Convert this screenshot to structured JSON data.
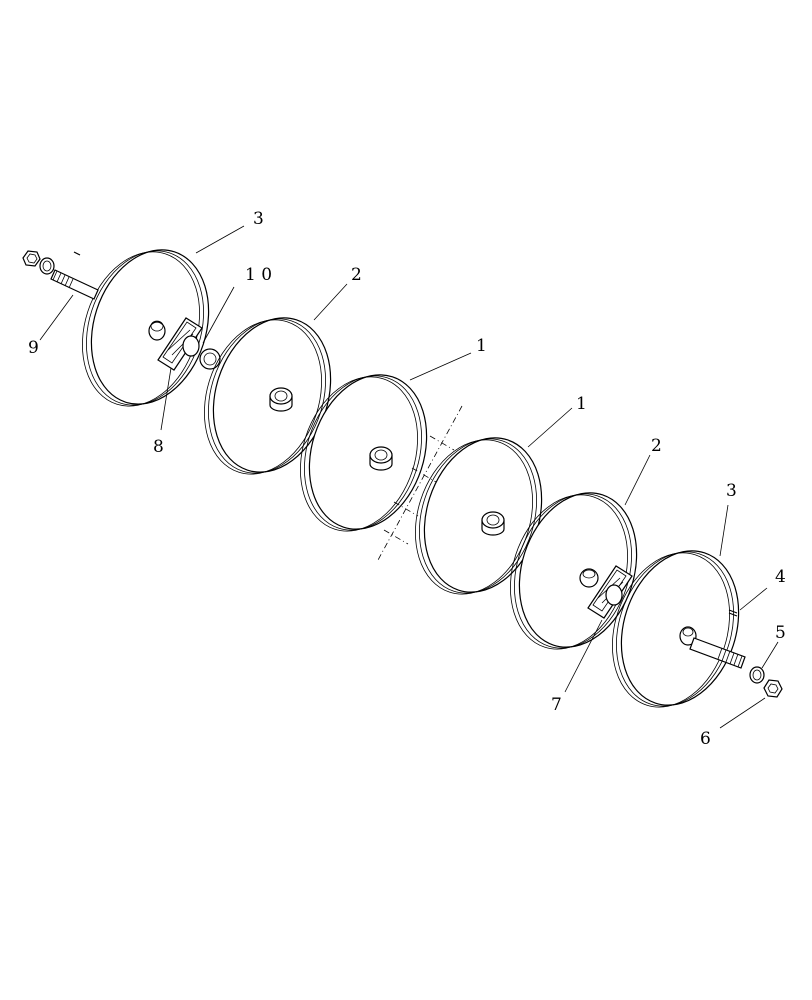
{
  "callouts": {
    "c1a": "1",
    "c1b": "1",
    "c2a": "2",
    "c2b": "2",
    "c3a": "3",
    "c3b": "3",
    "c4": "4",
    "c5": "5",
    "c6": "6",
    "c7": "7",
    "c8": "8",
    "c9": "9",
    "c10": "1 0"
  }
}
